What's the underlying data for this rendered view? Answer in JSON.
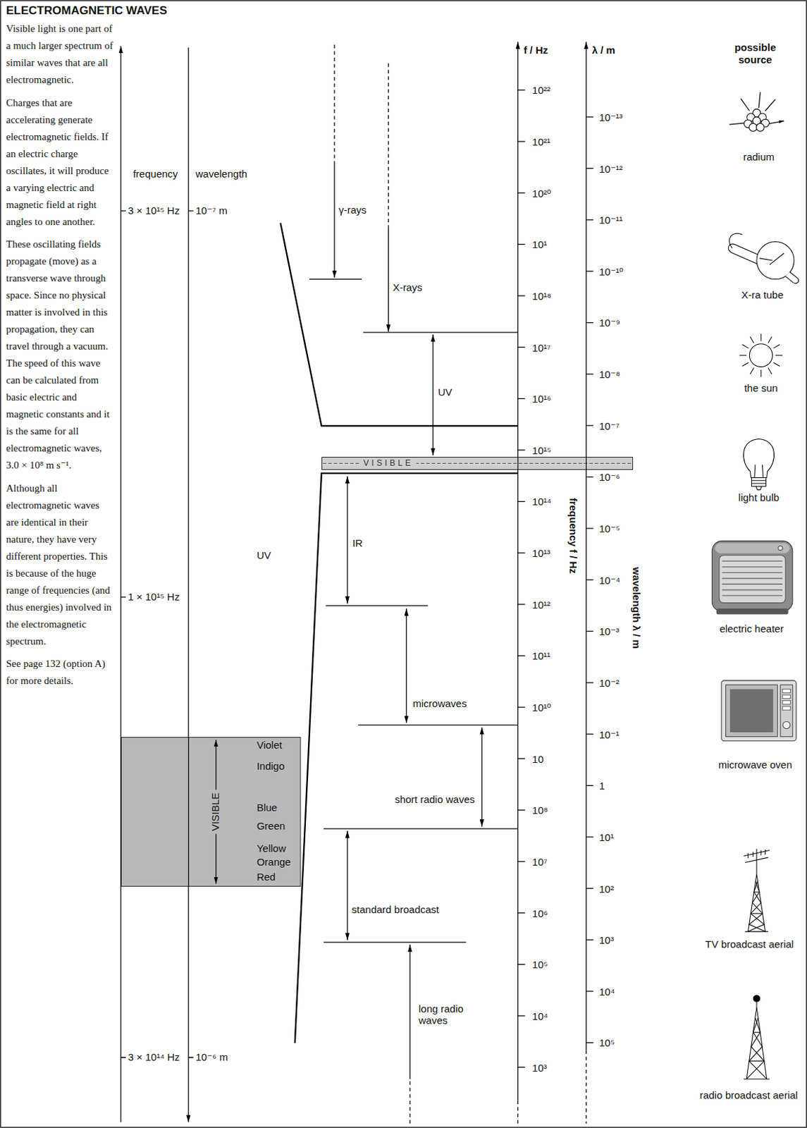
{
  "diagram": {
    "title": "ELECTROMAGNETIC WAVES",
    "nodes": [
      {
        "text": [
          "VISIBLE",
          "Violet",
          "Indigo",
          "Blue",
          "Green",
          "Yellow",
          "Orange",
          "Red"
        ]
      },
      {
        "text": [
          "VISIBLE"
        ]
      }
    ],
    "labels": [
      "Visible light is one part of a much larger spectrum of similar waves that are all electromagnetic.",
      "Charges that are accelerating generate electromagnetic fields. If an electric charge oscillates, it will produce a varying electric and magnetic field at right angles to one another.",
      "These oscillating fields propagate (move) as a transverse wave through space. Since no physical matter is involved in this propagation, they can travel through a vacuum. The speed of this wave can be calculated from basic electric and magnetic constants and it is the same for all electromagnetic waves, 3.0 × 10⁸ m s⁻¹.",
      "Although all electromagnetic waves are identical in their nature, they have very different properties. This is because of the huge range of frequencies (and thus energies) involved in the electromagnetic spectrum.",
      "See page 132 (option A) for more details.",
      "frequency",
      "wavelength",
      "3 × 10¹⁵ Hz",
      "10⁻⁷ m",
      "UV",
      "1 × 10¹⁵ Hz",
      "3 × 10¹⁴ Hz",
      "10⁻⁶ m",
      "γ-rays",
      "X-rays",
      "UV",
      "IR",
      "microwaves",
      "short radio waves",
      "standard broadcast",
      "long radio waves",
      "f / Hz",
      "10²²",
      "10²¹",
      "10²⁰",
      "10¹",
      "10¹⁸",
      "10¹⁷",
      "10¹⁶",
      "10¹⁵",
      "10¹⁴",
      "10¹³",
      "10¹²",
      "10¹¹",
      "10¹⁰",
      "10",
      "10⁸",
      "10⁷",
      "10⁶",
      "10⁵",
      "10⁴",
      "10³",
      "frequency f / Hz",
      "λ / m",
      "10⁻¹³",
      "10⁻¹²",
      "10⁻¹¹",
      "10⁻¹⁰",
      "10⁻⁹",
      "10⁻⁸",
      "10⁻⁷",
      "10⁻⁶",
      "10⁻⁵",
      "10⁻⁴",
      "10⁻³",
      "10⁻²",
      "10⁻¹",
      "1",
      "10¹",
      "10²",
      "10³",
      "10⁴",
      "10⁵",
      "wavelength λ / m",
      "possible source",
      "radium",
      "X-ra tube",
      "the sun",
      "light bulb",
      "electric heater",
      "microwave oven",
      "TV broadcast aerial",
      "radio broadcast aerial"
    ]
  }
}
